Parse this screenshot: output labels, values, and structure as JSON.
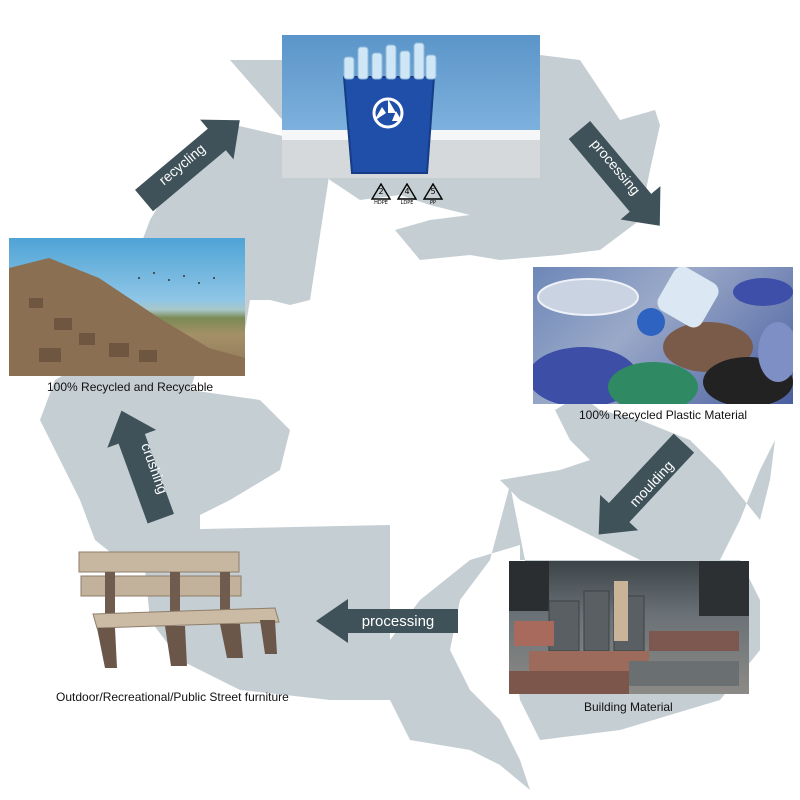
{
  "diagram": {
    "colors": {
      "big_arrows": "#c5ced3",
      "step_arrows": "#3f525a",
      "step_text": "#ffffff"
    },
    "steps": {
      "recycling": "recycling",
      "processing_top": "processing",
      "moulding": "moulding",
      "processing_bottom": "processing",
      "crushing": "crushing"
    },
    "captions": {
      "landfill": "100% Recycled and Recycable",
      "plastic": "100% Recycled Plastic Material",
      "building": "Building Material",
      "furniture": "Outdoor/Recreational/Public Street furniture"
    },
    "resin_codes": [
      {
        "number": "2",
        "label": "HDPE"
      },
      {
        "number": "4",
        "label": "LDPE"
      },
      {
        "number": "5",
        "label": "PP"
      }
    ],
    "images": {
      "bin": "blue-recycling-bin-with-bottles",
      "landfill": "landfill-rubble-with-birds",
      "plastic": "plastic-granules-and-bottle",
      "building": "stacked-plastic-lumber",
      "furniture": "park-bench-icon"
    }
  }
}
